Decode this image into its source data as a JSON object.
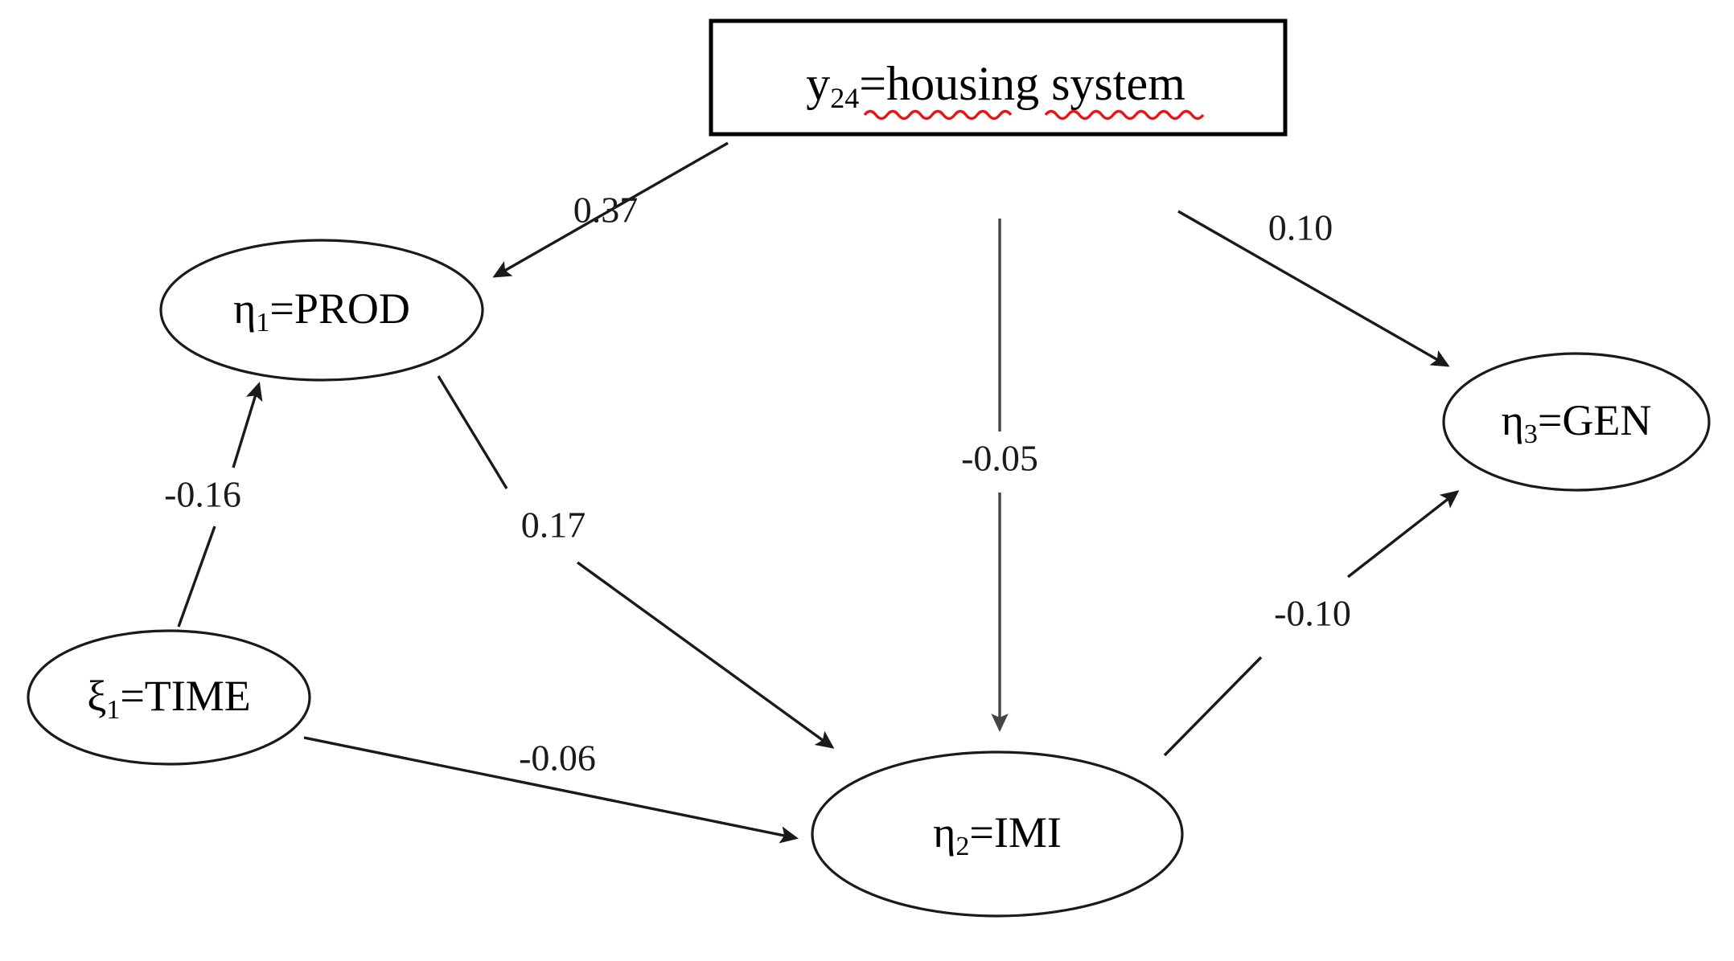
{
  "figure": {
    "type": "path-diagram",
    "title": "Structural equation model path diagram",
    "background_color": "#ffffff",
    "stroke_color": "#1a1a1a",
    "spellcheck_underline_color": "#ee1111"
  },
  "nodes": [
    {
      "id": "housing",
      "shape": "rectangle",
      "symbol": "y",
      "subscript": "24",
      "equals": "=",
      "name": "housing system",
      "full_label": "y24=housing system",
      "spellcheck_underlined_words": [
        "housing",
        "system"
      ]
    },
    {
      "id": "prod",
      "shape": "ellipse",
      "symbol": "η",
      "subscript": "1",
      "equals": "=",
      "name": "PROD",
      "full_label": "η1=PROD"
    },
    {
      "id": "time",
      "shape": "ellipse",
      "symbol": "ξ",
      "subscript": "1",
      "equals": "=",
      "name": "TIME",
      "full_label": "ξ1=TIME"
    },
    {
      "id": "imi",
      "shape": "ellipse",
      "symbol": "η",
      "subscript": "2",
      "equals": "=",
      "name": "IMI",
      "full_label": "η2=IMI"
    },
    {
      "id": "gen",
      "shape": "ellipse",
      "symbol": "η",
      "subscript": "3",
      "equals": "=",
      "name": "GEN",
      "full_label": "η3=GEN"
    }
  ],
  "edges": [
    {
      "id": "housing-prod",
      "from": "housing",
      "to": "prod",
      "coefficient": "0.37",
      "arrowhead": true
    },
    {
      "id": "housing-imi",
      "from": "housing",
      "to": "imi",
      "coefficient": "-0.05",
      "arrowhead": true
    },
    {
      "id": "housing-gen",
      "from": "housing",
      "to": "gen",
      "coefficient": "0.10",
      "arrowhead": true
    },
    {
      "id": "time-prod",
      "from": "time",
      "to": "prod",
      "coefficient": "-0.16",
      "arrowhead": true
    },
    {
      "id": "prod-imi",
      "from": "prod",
      "to": "imi",
      "coefficient": "0.17",
      "arrowhead": true
    },
    {
      "id": "time-imi",
      "from": "time",
      "to": "imi",
      "coefficient": "-0.06",
      "arrowhead": true
    },
    {
      "id": "imi-gen",
      "from": "imi",
      "to": "gen",
      "coefficient": "-0.10",
      "arrowhead": true
    }
  ],
  "chart_data": {
    "type": "diagram",
    "title": "SEM path diagram",
    "nodes": [
      "y24=housing system",
      "η1=PROD",
      "ξ1=TIME",
      "η2=IMI",
      "η3=GEN"
    ],
    "links": [
      {
        "source": "y24=housing system",
        "target": "η1=PROD",
        "value": 0.37
      },
      {
        "source": "y24=housing system",
        "target": "η2=IMI",
        "value": -0.05
      },
      {
        "source": "y24=housing system",
        "target": "η3=GEN",
        "value": 0.1
      },
      {
        "source": "ξ1=TIME",
        "target": "η1=PROD",
        "value": -0.16
      },
      {
        "source": "η1=PROD",
        "target": "η2=IMI",
        "value": 0.17
      },
      {
        "source": "ξ1=TIME",
        "target": "η2=IMI",
        "value": -0.06
      },
      {
        "source": "η2=IMI",
        "target": "η3=GEN",
        "value": -0.1
      }
    ]
  }
}
